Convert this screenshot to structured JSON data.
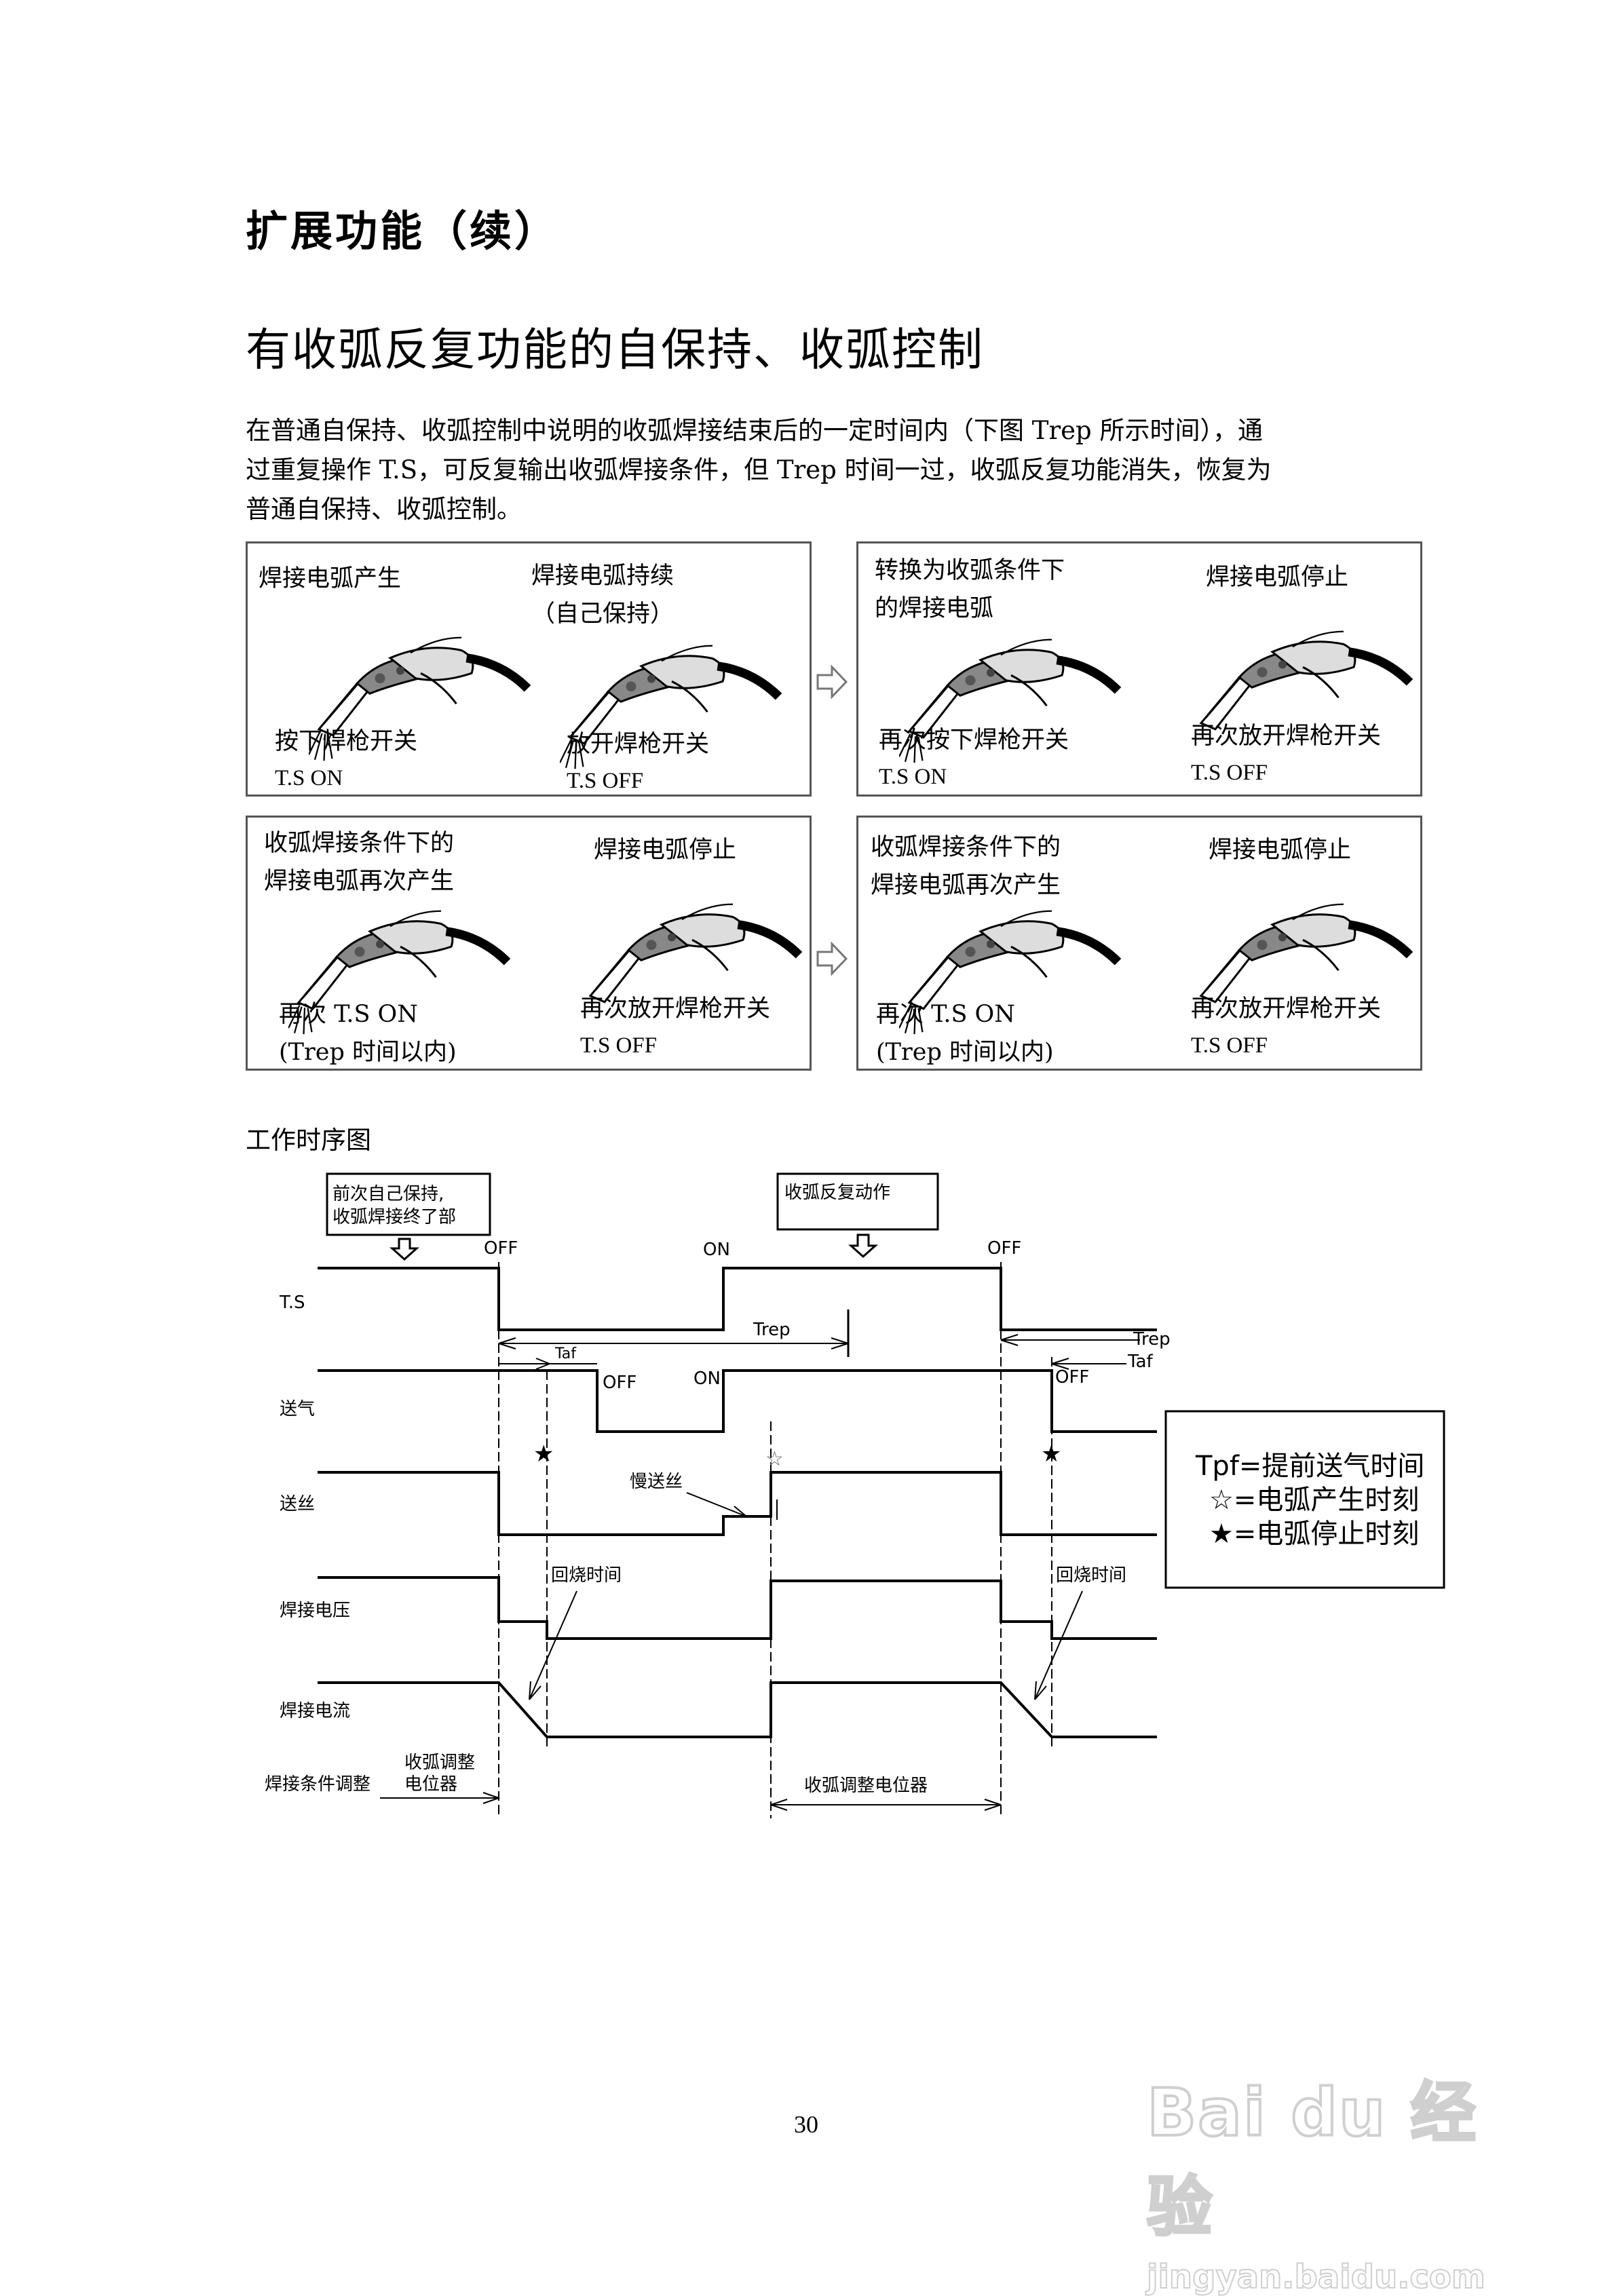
{
  "header": {
    "title": "扩展功能（续）",
    "subtitle": "有收弧反复功能的自保持、收弧控制"
  },
  "intro": {
    "line1": "在普通自保持、收弧控制中说明的收弧焊接结束后的一定时间内（下图 Trep 所示时间），通",
    "line2": "过重复操作 T.S，可反复输出收弧焊接条件，但 Trep 时间一过，收弧反复功能消失，恢复为",
    "line3": "普通自保持、收弧控制。"
  },
  "panels": {
    "p1": {
      "a_top": "焊接电弧产生",
      "a_bottom1": "按下焊枪开关",
      "a_bottom2": "T.S ON",
      "b_top1": "焊接电弧持续",
      "b_top2": "（自己保持）",
      "b_bottom1": "放开焊枪开关",
      "b_bottom2": "T.S OFF"
    },
    "p2": {
      "a_top1": "转换为收弧条件下",
      "a_top2": "的焊接电弧",
      "a_bottom1": "再次按下焊枪开关",
      "a_bottom2": "T.S ON",
      "b_top": "焊接电弧停止",
      "b_bottom1": "再次放开焊枪开关",
      "b_bottom2": "T.S OFF"
    },
    "p3": {
      "a_top1": "收弧焊接条件下的",
      "a_top2": "焊接电弧再次产生",
      "a_bottom1": "再次 T.S ON",
      "a_bottom2": "(Trep 时间以内)",
      "b_top": "焊接电弧停止",
      "b_bottom1": "再次放开焊枪开关",
      "b_bottom2": "T.S OFF"
    },
    "p4": {
      "a_top1": "收弧焊接条件下的",
      "a_top2": "焊接电弧再次产生",
      "a_bottom1": "再次 T.S ON",
      "a_bottom2": "(Trep 时间以内)",
      "b_top": "焊接电弧停止",
      "b_bottom1": "再次放开焊枪开关",
      "b_bottom2": "T.S OFF"
    },
    "arrow_icon": "right-hollow-arrow-icon"
  },
  "timing": {
    "title": "工作时序图",
    "note1_line1": "前次自己保持,",
    "note1_line2": "收弧焊接终了部",
    "note2": "收弧反复动作",
    "off1": "OFF",
    "on1": "ON",
    "off2": "OFF",
    "off3": "OFF",
    "on2": "ON",
    "off4": "OFF",
    "trep": "Trep",
    "taf": "Taf",
    "trep_r": "Trep",
    "taf_r": "Taf",
    "row_ts": "T.S",
    "row_gas": "送气",
    "row_wire": "送丝",
    "row_volt": "焊接电压",
    "row_curr": "焊接电流",
    "row_cond": "焊接条件调整",
    "slow_wire": "慢送丝",
    "burnback1": "回烧时间",
    "burnback2": "回烧时间",
    "crater_pot1_line1": "收弧调整",
    "crater_pot1_line2": "电位器",
    "crater_pot2": "收弧调整电位器",
    "legend": {
      "line1": "Tpf=提前送气时间",
      "line2": "☆=电弧产生时刻",
      "line3": "★=电弧停止时刻"
    },
    "star_open": "☆",
    "star_filled": "★"
  },
  "footer": {
    "page": "30"
  },
  "watermark": {
    "logo": "Bai du 经验",
    "url": "jingyan.baidu.com"
  }
}
